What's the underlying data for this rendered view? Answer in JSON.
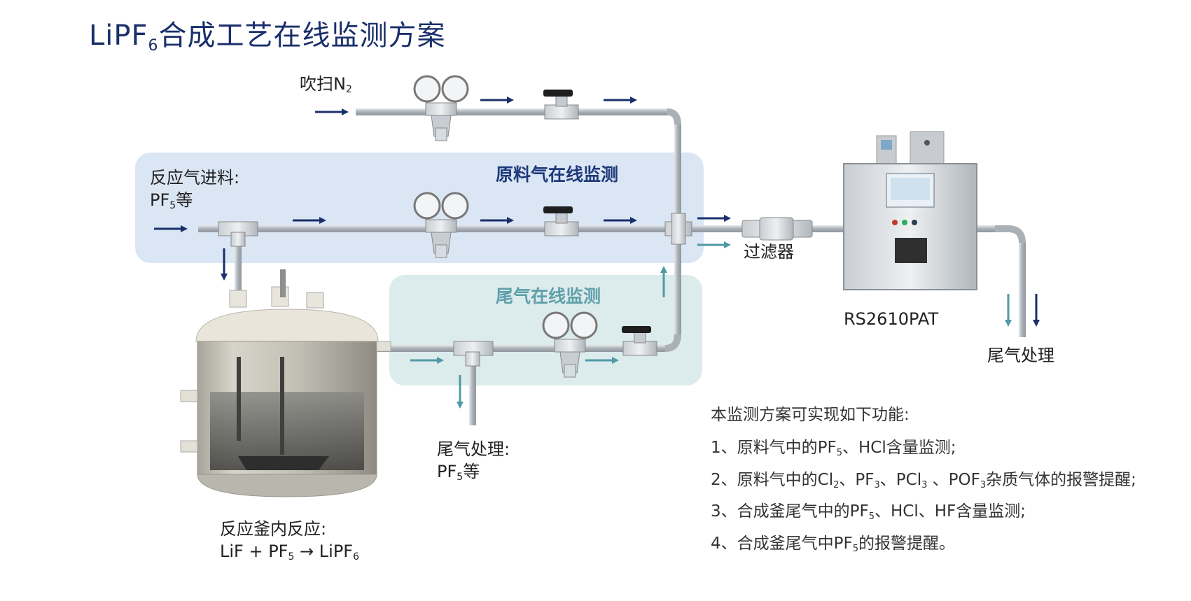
{
  "title": {
    "main": "LiPF",
    "sub": "6",
    "rest": "合成工艺在线监测方案"
  },
  "labels": {
    "purge": {
      "text": "吹扫N",
      "sub": "2"
    },
    "feed_line1": "反应气进料:",
    "feed_line2": {
      "text": "PF",
      "sub": "5",
      "tail": "等"
    },
    "zone_feed": "原料气在线监测",
    "zone_tail": "尾气在线监测",
    "filter": "过滤器",
    "analyzer": "RS2610PAT",
    "tail_treat_right": "尾气处理",
    "tail_treat_mid_line1": "尾气处理:",
    "tail_treat_mid_line2": {
      "text": "PF",
      "sub": "5",
      "tail": "等"
    },
    "reactor_line1": "反应釜内反应:",
    "reactor_line2": {
      "a": "LiF + PF",
      "a_sub": "5",
      "arrow": " → LiPF",
      "b_sub": "6"
    }
  },
  "notes": {
    "head": "本监测方案可实现如下功能:",
    "items": [
      {
        "text": "1、原料气中的PF",
        "parts": [
          [
            "5",
            "、HCl含量监测;"
          ]
        ]
      },
      {
        "text": "2、原料气中的Cl",
        "parts": [
          [
            "2",
            "、PF"
          ],
          [
            "3",
            "、PCl"
          ],
          [
            "3",
            " 、POF"
          ],
          [
            "3",
            "杂质气体的报警提醒;"
          ]
        ]
      },
      {
        "text": "3、合成釜尾气中的PF",
        "parts": [
          [
            "5",
            "、HCl、HF含量监测;"
          ]
        ]
      },
      {
        "text": "4、合成釜尾气中PF",
        "parts": [
          [
            "5",
            "的报警提醒。"
          ]
        ]
      }
    ]
  },
  "colors": {
    "title": "#1a2f6b",
    "feed_zone": "#dbe6f4",
    "tail_zone": "#dcebec",
    "feed_zone_title": "#1f3a7a",
    "tail_zone_title": "#5fa0aa",
    "dark_arrow": "#1a2f6b",
    "teal_arrow": "#4f9aa6",
    "pipe": "#b9bec3"
  },
  "icons": [
    "pressure-regulator-icon",
    "ball-valve-icon",
    "tee-fitting-icon",
    "cross-fitting-icon",
    "inline-filter-icon",
    "analyzer-cabinet-icon",
    "reactor-vessel-icon"
  ]
}
